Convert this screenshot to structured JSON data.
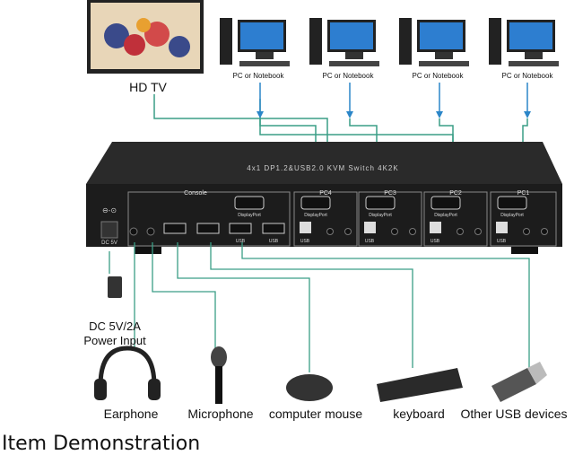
{
  "tv_label": "HD TV",
  "pc_label": "PC or Notebook",
  "device": {
    "model_text": "4x1 DP1.2&USB2.0 KVM Switch 4K2K",
    "power_port_label": "DC 5V",
    "console_label": "Console",
    "displayport_label": "DisplayPort",
    "usb_label": "USB",
    "pc_sections": [
      "PC4",
      "PC3",
      "PC2",
      "PC1"
    ]
  },
  "power_label_line1": "DC 5V/2A",
  "power_label_line2": "Power Input",
  "peripherals": [
    "Earphone",
    "Microphone",
    "computer mouse",
    "keyboard",
    "Other USB devices"
  ],
  "caption": "Item Demonstration",
  "colors": {
    "cable": "#3a9e86",
    "arrow": "#2b86c8",
    "device_body": "#1c1c1c"
  }
}
